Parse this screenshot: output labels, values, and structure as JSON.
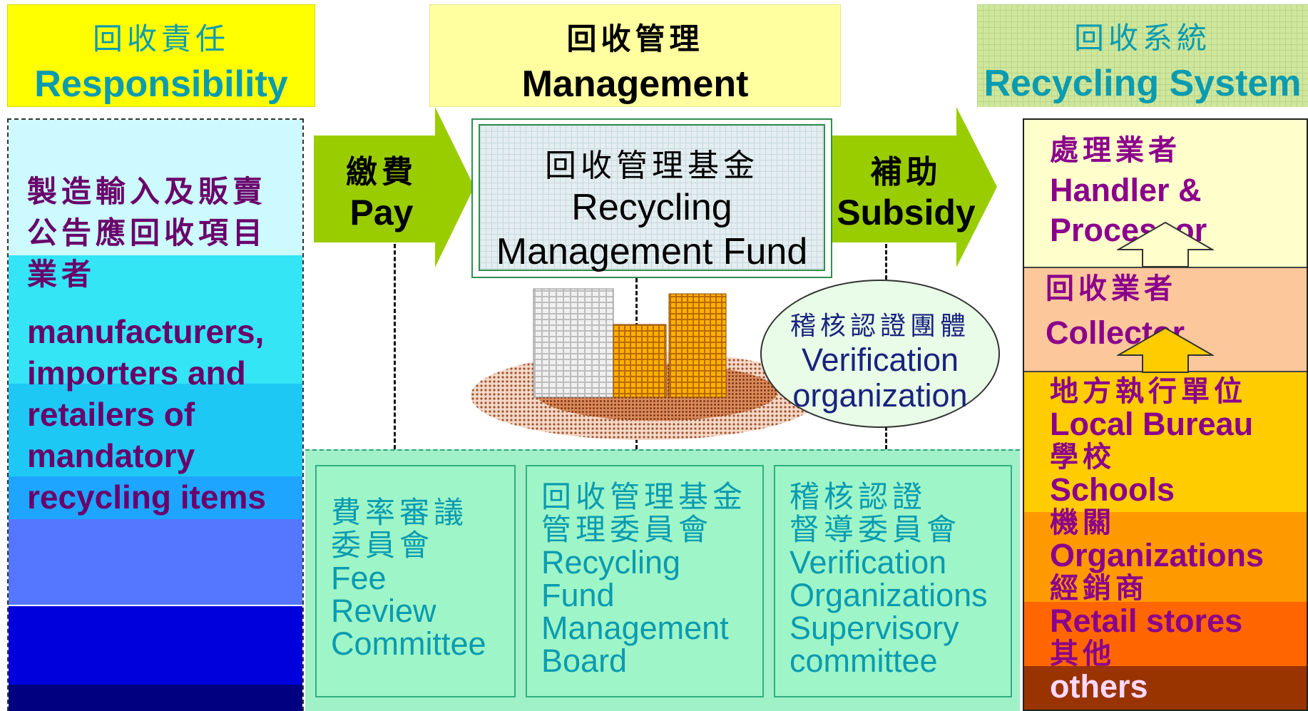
{
  "headers": {
    "responsibility": {
      "zh": "回收責任",
      "en": "Responsibility"
    },
    "management": {
      "zh": "回收管理",
      "en": "Management"
    },
    "system": {
      "zh": "回收系統",
      "en": "Recycling System"
    }
  },
  "left": {
    "zh_lines": [
      "製造輸入及販賣",
      "公告應回收項目",
      "業者"
    ],
    "en_lines": [
      "manufacturers,",
      "importers and",
      "retailers of",
      "mandatory",
      "recycling items"
    ]
  },
  "arrows": {
    "pay": {
      "zh": "繳費",
      "en": "Pay"
    },
    "subsidy": {
      "zh": "補助",
      "en": "Subsidy"
    }
  },
  "fund": {
    "zh": "回收管理基金",
    "en_line1": "Recycling",
    "en_line2": "Management Fund"
  },
  "verification_org": {
    "zh": "稽核認證團體",
    "en_line1": "Verification",
    "en_line2": "organization"
  },
  "committees": [
    {
      "zh_lines": [
        "費率審議",
        "委員會"
      ],
      "en_lines": [
        "Fee",
        "Review",
        "Committee"
      ]
    },
    {
      "zh_lines": [
        "回收管理基金",
        "管理委員會"
      ],
      "en_lines": [
        "Recycling",
        "Fund",
        "Management",
        "Board"
      ]
    },
    {
      "zh_lines": [
        "稽核認證",
        "督導委員會"
      ],
      "en_lines": [
        "Verification",
        "Organizations",
        "Supervisory",
        "committee"
      ]
    }
  ],
  "recycling_system": {
    "handler": {
      "zh": "處理業者",
      "en_line1": "Handler &",
      "en_line2": "Processor"
    },
    "collector": {
      "zh": "回收業者",
      "en": "Collector"
    },
    "sources": [
      {
        "zh": "地方執行單位",
        "en": "Local Bureau"
      },
      {
        "zh": "學校",
        "en": "Schools"
      },
      {
        "zh": "機關",
        "en": "Organizations"
      },
      {
        "zh": "經銷商",
        "en": "Retail stores"
      },
      {
        "zh": "其他",
        "en": "others"
      }
    ]
  },
  "colors": {
    "arrow_green": "#9acd00",
    "left_text": "#6a006a",
    "right_text": "#8b008b",
    "committee_text": "#0a9bb0"
  }
}
